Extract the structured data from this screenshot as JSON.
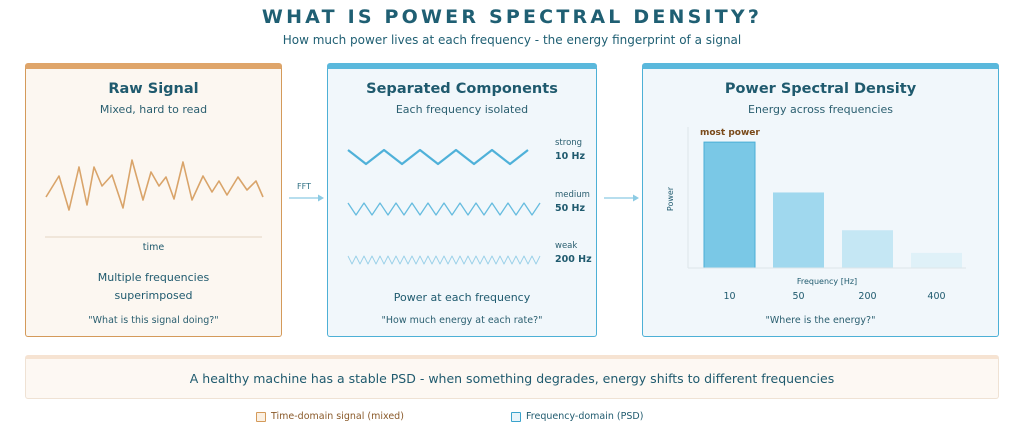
{
  "header": {
    "title": "WHAT IS POWER SPECTRAL DENSITY?",
    "subtitle": "How much power lives at each frequency - the energy fingerprint of a signal"
  },
  "raw": {
    "title": "Raw Signal",
    "subtitle": "Mixed, hard to read",
    "axis_label": "time",
    "description_line1": "Multiple frequencies",
    "description_line2": "superimposed",
    "quote": "\"What is this signal doing?\"",
    "color": "#d9a46a"
  },
  "fft": {
    "label": "FFT"
  },
  "separated": {
    "title": "Separated Components",
    "subtitle": "Each frequency isolated",
    "components": [
      {
        "label": "strong",
        "freq": "10 Hz"
      },
      {
        "label": "medium",
        "freq": "50 Hz"
      },
      {
        "label": "weak",
        "freq": "200 Hz"
      }
    ],
    "description": "Power at each frequency",
    "quote": "\"How much energy at each rate?\"",
    "color": "#4fb1d9"
  },
  "psd": {
    "title": "Power Spectral Density",
    "subtitle": "Energy across frequencies",
    "quote": "\"Where is the energy?\""
  },
  "chart_data": {
    "type": "bar",
    "categories": [
      "10",
      "50",
      "200",
      "400"
    ],
    "values": [
      1.0,
      0.6,
      0.3,
      0.12
    ],
    "xlabel": "Frequency [Hz]",
    "ylabel": "Power",
    "ylim": [
      0,
      1.12
    ],
    "annotation": "most power",
    "bar_colors": [
      "#7ac8e6",
      "#a0d8ee",
      "#c5e7f4",
      "#dff1f8"
    ]
  },
  "banner": {
    "text": "A healthy machine has a stable PSD - when something degrades, energy shifts to different frequencies"
  },
  "legend": {
    "time_domain": "Time-domain signal (mixed)",
    "freq_domain": "Frequency-domain (PSD)"
  }
}
